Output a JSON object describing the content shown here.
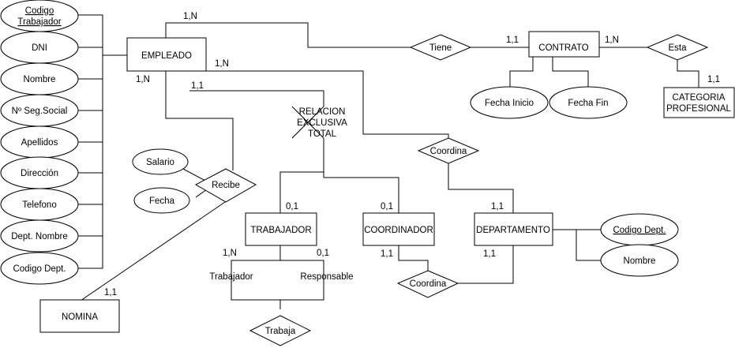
{
  "entities": {
    "empleado": "EMPLEADO",
    "contrato": "CONTRATO",
    "categoria_1": "CATEGORIA",
    "categoria_2": "PROFESIONAL",
    "trabajador": "TRABAJADOR",
    "coordinador": "COORDINADOR",
    "departamento": "DEPARTAMENTO",
    "nomina": "NOMINA"
  },
  "relationships": {
    "tiene": "Tiene",
    "esta": "Esta",
    "coordina_top": "Coordina",
    "recibe": "Recibe",
    "coordina_bottom": "Coordina",
    "trabaja": "Trabaja"
  },
  "attributes": {
    "codigo_trabajador_1": "Codigo",
    "codigo_trabajador_2": "Trabajador",
    "dni": "DNI",
    "nombre": "Nombre",
    "seg_social": "Nº Seg.Social",
    "apellidos": "Apellidos",
    "direccion": "Dirección",
    "telefono": "Telefono",
    "dept_nombre": "Dept. Nombre",
    "codigo_dept": "Codigo Dept.",
    "fecha_inicio": "Fecha Inicio",
    "fecha_fin": "Fecha Fin",
    "salario": "Salario",
    "fecha": "Fecha",
    "dept_codigo": "Codigo Dept.",
    "dept_nombre2": "Nombre"
  },
  "specialization": {
    "line1": "RELACION",
    "line2": "EXCLUSIVA",
    "line3": "TOTAL"
  },
  "roles": {
    "trabajador": "Trabajador",
    "responsable": "Responsable"
  },
  "cardinalities": {
    "empleado_tiene": "1,N",
    "tiene_contrato": "1,1",
    "contrato_esta": "1,N",
    "esta_categoria": "1,1",
    "empleado_coordina": "1,N",
    "empleado_recibe": "1,N",
    "empleado_spec": "1,1",
    "trabajador_spec": "0,1",
    "coordinador_spec": "0,1",
    "departamento_top": "1,1",
    "departamento_bottom": "1,1",
    "coordinador_bottom": "1,1",
    "trabajador_left": "1,N",
    "trabajador_right": "0,1",
    "nomina": "1,1"
  }
}
